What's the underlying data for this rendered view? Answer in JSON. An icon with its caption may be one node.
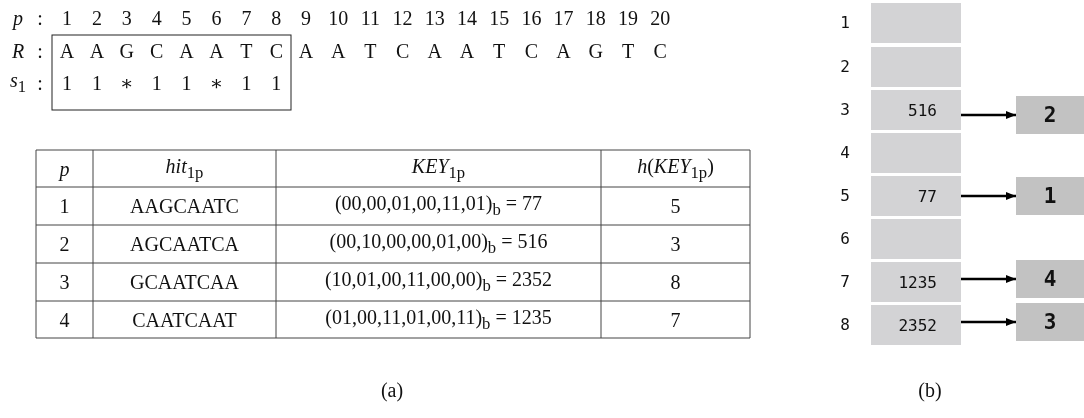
{
  "diagram": {
    "nodes": [
      {
        "text": [],
        "shape": "box"
      },
      {
        "text": [],
        "shape": "box"
      },
      {
        "text": [
          "516"
        ]
      },
      {
        "text": [
          "2"
        ]
      },
      {
        "text": [],
        "shape": "box"
      },
      {
        "text": [
          "77"
        ]
      },
      {
        "text": [
          "1"
        ]
      },
      {
        "text": [],
        "shape": "box"
      },
      {
        "text": [
          "1235"
        ]
      },
      {
        "text": [
          "4"
        ]
      },
      {
        "text": [
          "2352"
        ]
      },
      {
        "text": [
          "3"
        ]
      }
    ],
    "edges": [
      {
        "from": 2,
        "to": 3,
        "arrow": "to"
      },
      {
        "from": 5,
        "to": 6,
        "arrow": "to"
      },
      {
        "from": 8,
        "to": 9,
        "arrow": "to"
      },
      {
        "from": 10,
        "to": 11,
        "arrow": "to"
      }
    ],
    "labels": [
      "*p*",
      ":",
      "1",
      "2",
      "3",
      "4",
      "5",
      "6",
      "7",
      "8",
      "9",
      "10",
      "11",
      "12",
      "13",
      "14",
      "15",
      "16",
      "17",
      "18",
      "19",
      "20",
      "*R*",
      ":",
      "A",
      "A",
      "G",
      "C",
      "A",
      "A",
      "T",
      "C",
      "A",
      "A",
      "T",
      "C",
      "A",
      "A",
      "T",
      "C",
      "A",
      "G",
      "T",
      "C",
      "*s*$_{1}$",
      ":",
      "1",
      "1",
      "∗",
      "1",
      "1",
      "∗",
      "1",
      "1",
      "*p*",
      "*hit*$_{1p}$",
      "*KEY*$_{1p}$",
      "*h*(*KEY*$_{1p}$)",
      "1",
      "AAGCAATC",
      "(00,00,01,00,11,01)$_{b}$ = 77",
      "5",
      "2",
      "AGCAATCA",
      "(00,10,00,00,01,00)$_{b}$ = 516",
      "3",
      "3",
      "GCAATCAA",
      "(10,01,00,11,00,00)$_{b}$ = 2352",
      "8",
      "4",
      "CAATCAAT",
      "(01,00,11,01,00,11)$_{b}$ = 1235",
      "7",
      "(a)",
      "1",
      "2",
      "3",
      "4",
      "5",
      "6",
      "7",
      "8",
      "(b)"
    ]
  }
}
